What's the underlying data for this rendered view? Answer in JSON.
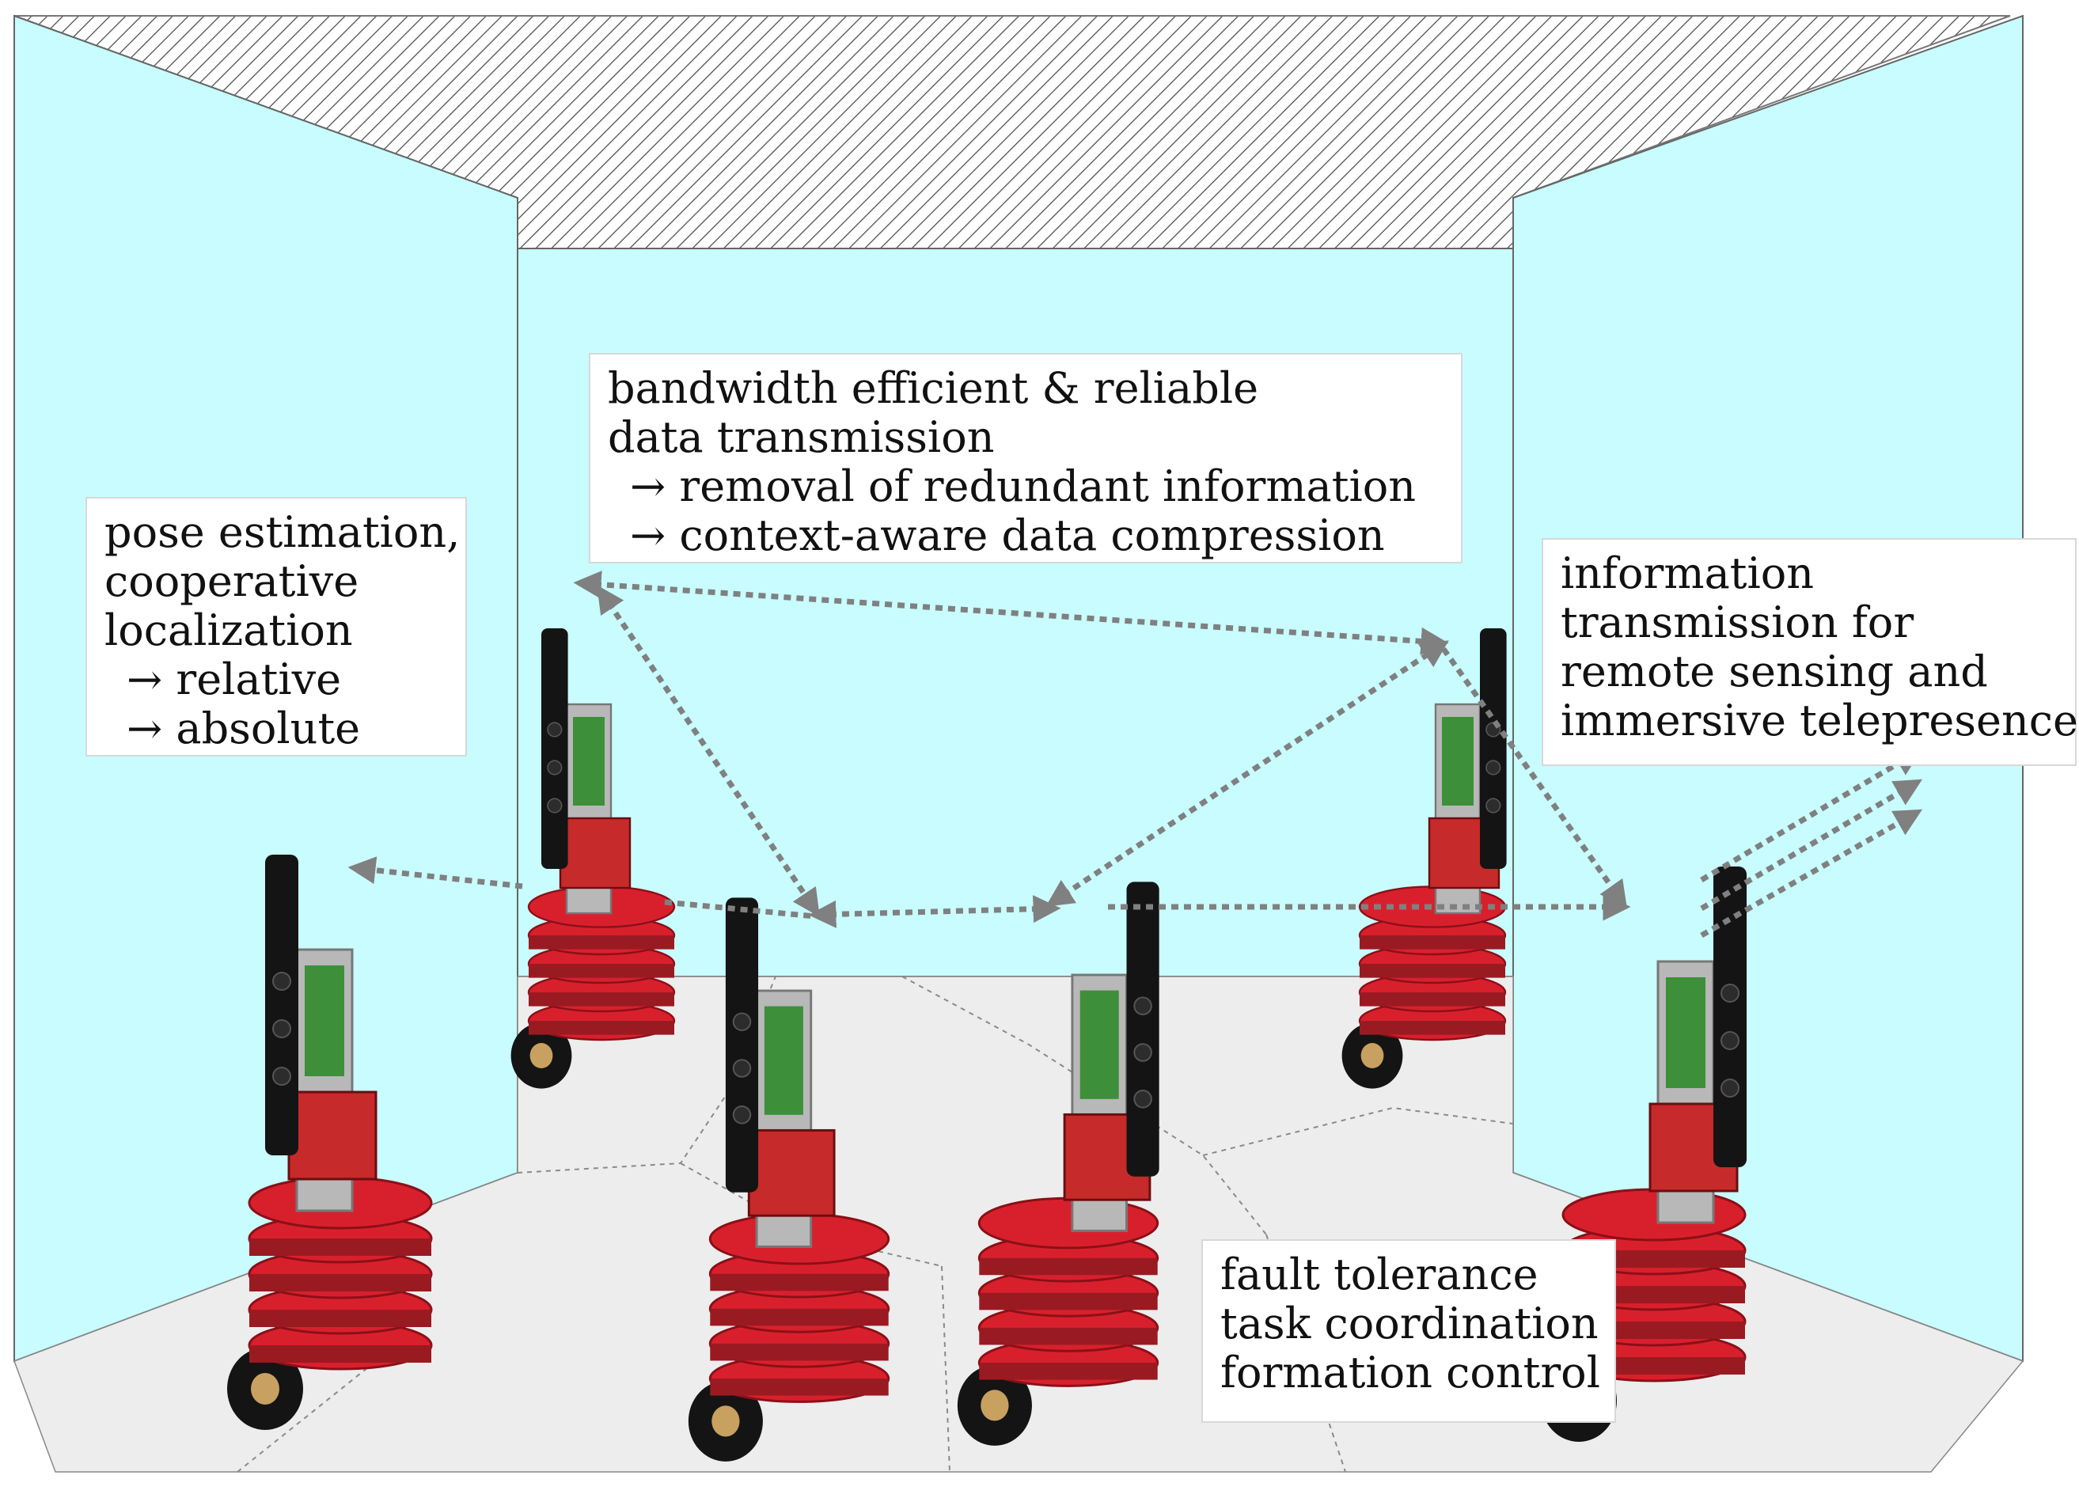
{
  "colors": {
    "wall": "#c8fcfe",
    "floor": "#ededed",
    "ceiling_hatch": "#444444",
    "arrow": "#808080",
    "robot_red": "#d8202c",
    "robot_black": "#141414",
    "robot_frame": "#b8b8b8"
  },
  "labels": {
    "pose": {
      "line1": "pose estimation,",
      "line2": "cooperative",
      "line3": "localization",
      "line4": "→ relative",
      "line5": "→ absolute"
    },
    "bandwidth": {
      "line1": "bandwidth efficient & reliable",
      "line2": "data transmission",
      "line3": "→ removal of redundant information",
      "line4": "→ context-aware data compression"
    },
    "info": {
      "line1": "information",
      "line2": "transmission for",
      "line3": "remote sensing and",
      "line4": "immersive telepresence"
    },
    "fault": {
      "line1": "fault tolerance",
      "line2": "task coordination",
      "line3": "formation control"
    }
  },
  "robots": [
    {
      "name": "robot-left-front"
    },
    {
      "name": "robot-left-back"
    },
    {
      "name": "robot-center-left"
    },
    {
      "name": "robot-center-right"
    },
    {
      "name": "robot-right-back"
    },
    {
      "name": "robot-right-front"
    }
  ]
}
